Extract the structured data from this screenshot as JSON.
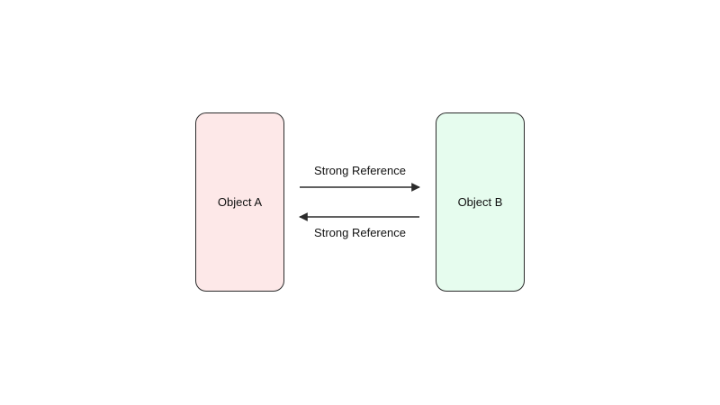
{
  "nodes": {
    "object_a": {
      "label": "Object A",
      "fill": "#fde8e8"
    },
    "object_b": {
      "label": "Object B",
      "fill": "#e6fcee"
    }
  },
  "edges": {
    "a_to_b": {
      "label": "Strong Reference",
      "from": "Object A",
      "to": "Object B"
    },
    "b_to_a": {
      "label": "Strong Reference",
      "from": "Object B",
      "to": "Object A"
    }
  },
  "colors": {
    "stroke": "#2b2b2b",
    "text": "#111111",
    "background": "#ffffff"
  }
}
